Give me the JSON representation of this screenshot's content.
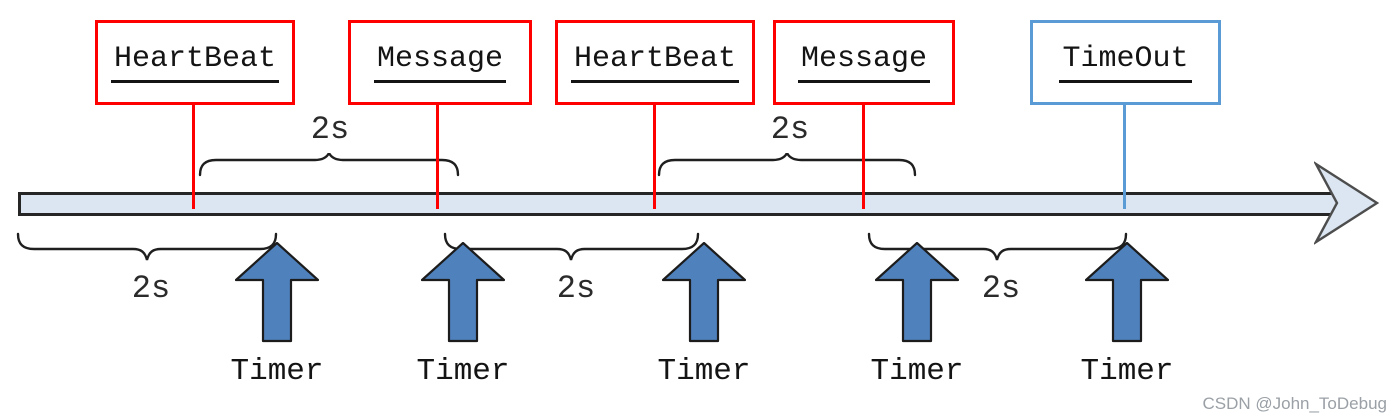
{
  "diagram": {
    "events": [
      {
        "label": "HeartBeat",
        "kind": "heartbeat",
        "border_color": "#ff0000"
      },
      {
        "label": "Message",
        "kind": "message",
        "border_color": "#ff0000"
      },
      {
        "label": "HeartBeat",
        "kind": "heartbeat",
        "border_color": "#ff0000"
      },
      {
        "label": "Message",
        "kind": "message",
        "border_color": "#ff0000"
      },
      {
        "label": "TimeOut",
        "kind": "timeout",
        "border_color": "#5b9bd5"
      }
    ],
    "intervals_above_timeline": [
      "2s",
      "2s"
    ],
    "intervals_below_timeline": [
      "2s",
      "2s",
      "2s"
    ],
    "timer_labels": [
      "Timer",
      "Timer",
      "Timer",
      "Timer",
      "Timer"
    ],
    "timeline": {
      "direction": "right"
    },
    "watermark": "CSDN @John_ToDebug"
  },
  "colors": {
    "event_red": "#ff0000",
    "timeout_blue": "#5b9bd5",
    "timer_arrow_fill": "#4f81bd",
    "timeline_fill": "#dbe6f2",
    "stroke_dark": "#262626"
  }
}
